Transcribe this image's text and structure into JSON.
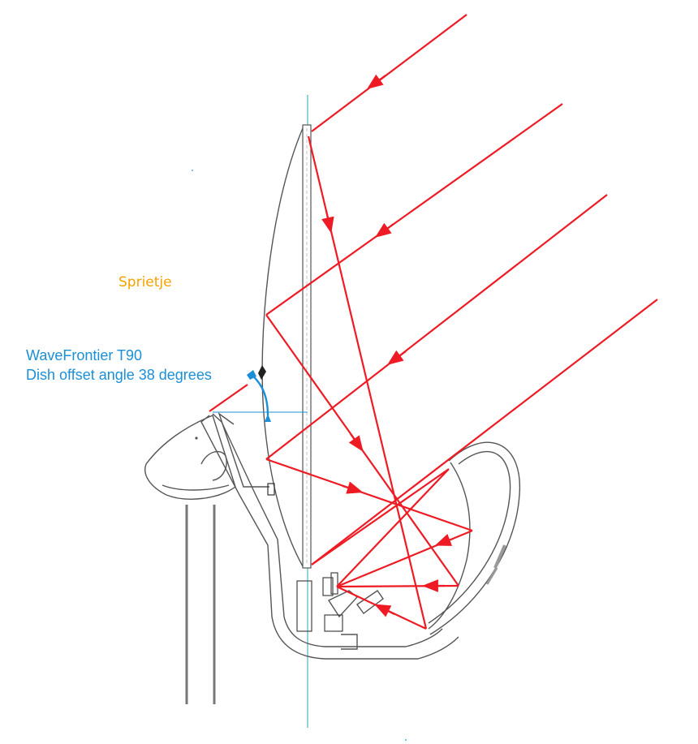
{
  "author_label": "Sprietje",
  "dish_model": "WaveFrontier T90",
  "offset_angle_label": "Dish offset angle 38 degrees",
  "colors": {
    "rays": "#ee1b24",
    "annotation": "#1b8fd6",
    "author": "#f5a200",
    "outline": "#555555",
    "axis": "#2aa7b8"
  }
}
